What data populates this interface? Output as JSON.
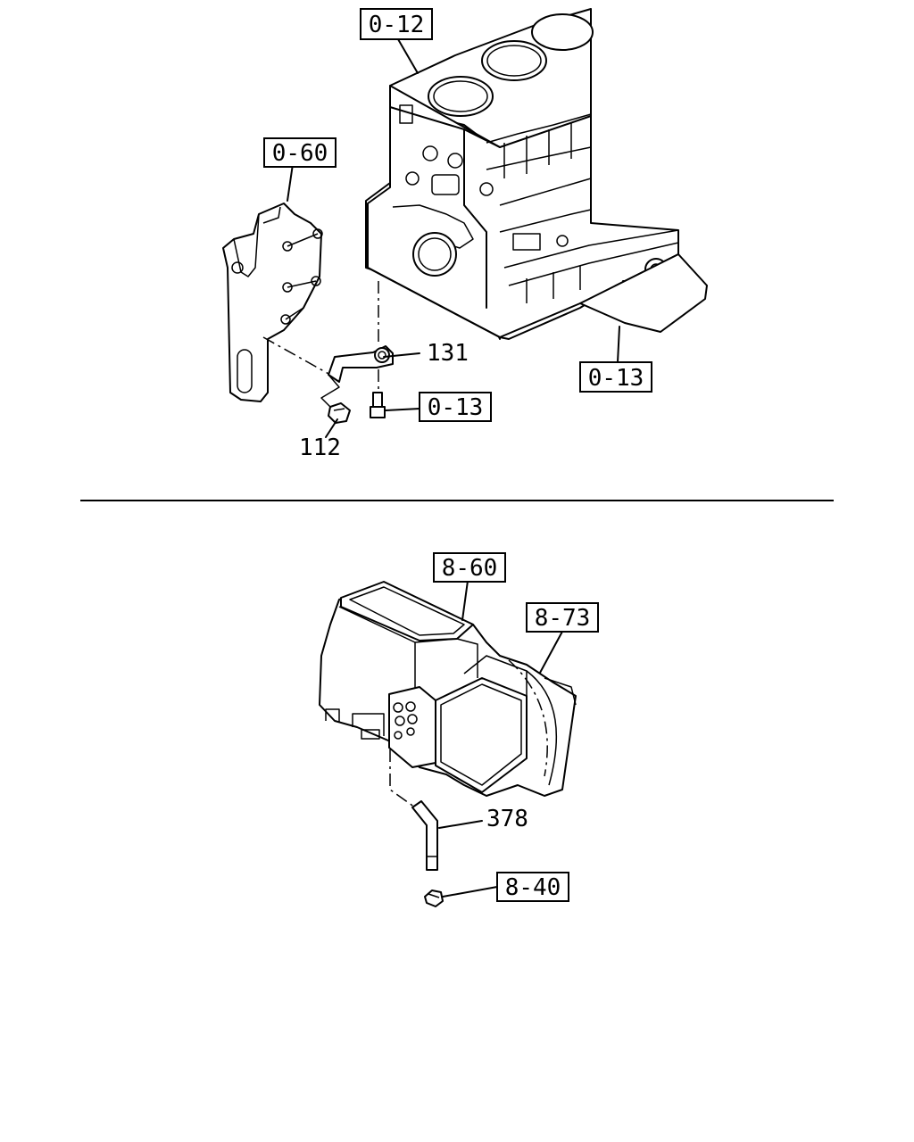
{
  "refs": {
    "r_0_12": "0-12",
    "r_0_60": "0-60",
    "r_0_13_right": "0-13",
    "r_0_13_bolt": "0-13",
    "r_8_60": "8-60",
    "r_8_73": "8-73",
    "r_8_40": "8-40"
  },
  "parts": {
    "p131": "131",
    "p112": "112",
    "p378": "378"
  }
}
